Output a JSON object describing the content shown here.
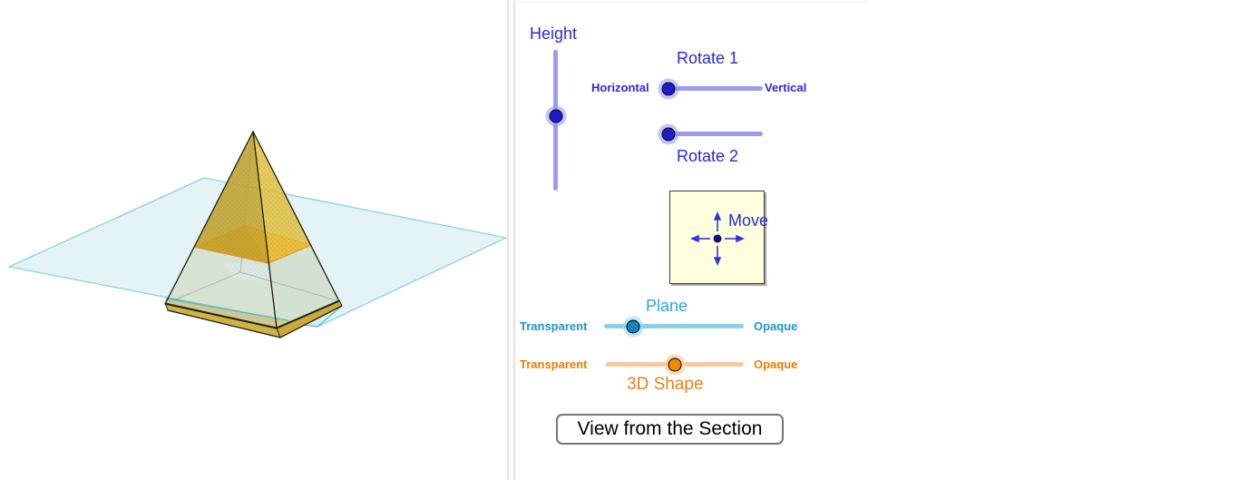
{
  "controls": {
    "height": {
      "label": "Height"
    },
    "rotate1": {
      "label": "Rotate 1",
      "left_label": "Horizontal",
      "right_label": "Vertical"
    },
    "rotate2": {
      "label": "Rotate 2"
    },
    "move": {
      "label": "Move"
    },
    "plane": {
      "label": "Plane",
      "left_label": "Transparent",
      "right_label": "Opaque"
    },
    "shape": {
      "label": "3D Shape",
      "left_label": "Transparent",
      "right_label": "Opaque"
    },
    "view_button": {
      "label": "View from the Section"
    }
  },
  "colors": {
    "label_blue": "#2a2ad8",
    "label_plane_title": "#2fa5dc",
    "label_plane_bold": "#1b96cc",
    "label_shape_title": "#e8821a",
    "label_shape_bold": "#e87d00",
    "pyramid_gold": "#e4c648",
    "pyramid_gold_dark": "#c5a836",
    "cross_section_orange": "#f79e03",
    "cross_section_orange_dark": "#da8a0b",
    "plane_cyan_fill": "#d5ecef",
    "plane_cyan_edge": "#50bac4"
  },
  "sliders": {
    "height": {
      "orientation": "vertical",
      "percent": 47,
      "track_color": "#9b9bf2",
      "knob_color": "#1d1dd0",
      "halo_color": "rgba(150,150,245,0.55)"
    },
    "rotate1": {
      "orientation": "horizontal",
      "percent": 2,
      "track_color": "#9b9bf2",
      "knob_color": "#1d1dd0",
      "halo_color": "rgba(150,150,245,0.55)"
    },
    "rotate2": {
      "orientation": "horizontal",
      "percent": 2,
      "track_color": "#9b9bf2",
      "knob_color": "#1d1dd0",
      "halo_color": "rgba(150,150,245,0.55)"
    },
    "plane": {
      "orientation": "horizontal",
      "percent": 21,
      "track_color": "#8ccfe8",
      "knob_color": "#1285c2",
      "halo_color": "rgba(150,215,240,0.6)"
    },
    "shape": {
      "orientation": "horizontal",
      "percent": 50,
      "track_color": "#f7c998",
      "knob_color": "#f08b00",
      "halo_color": "rgba(246,214,172,0.85)"
    }
  },
  "scene": {
    "description": "square pyramid cut by a horizontal plane; cross-section highlighted",
    "elements": [
      {
        "type": "polygon",
        "name": "pyramid-lower-left-face",
        "fill": "#d8d5a6",
        "points": [
          [
            214,
            272
          ],
          [
            182,
            335
          ],
          [
            305,
            362
          ],
          [
            296,
            290
          ]
        ]
      },
      {
        "type": "polygon",
        "name": "pyramid-lower-right-face",
        "fill": "#d2cf9e",
        "points": [
          [
            296,
            290
          ],
          [
            305,
            362
          ],
          [
            374,
            332
          ],
          [
            343,
            270
          ]
        ]
      },
      {
        "type": "polygon",
        "name": "hidden-surface-dotted-quad",
        "fill": "#eae6c8",
        "points": [
          [
            248,
            290
          ],
          [
            296,
            291
          ],
          [
            300,
            310
          ],
          [
            255,
            307
          ]
        ]
      },
      {
        "type": "polygon",
        "name": "hidden-surface-dots",
        "pattern": "dotsBlue",
        "fill": "#eae6c8",
        "points": [
          [
            248,
            290
          ],
          [
            296,
            291
          ],
          [
            300,
            310
          ],
          [
            255,
            307
          ]
        ]
      },
      {
        "type": "line",
        "name": "hidden-edge-apex-back",
        "stroke": "#5a5436",
        "stroke_width": 1,
        "opacity": 0.85,
        "points": [
          [
            279,
            145
          ],
          [
            265,
            300
          ]
        ]
      },
      {
        "type": "line",
        "name": "hidden-edge-left-back",
        "stroke": "#5a5436",
        "stroke_width": 1,
        "opacity": 0.85,
        "points": [
          [
            182,
            335
          ],
          [
            265,
            300
          ]
        ]
      },
      {
        "type": "line",
        "name": "hidden-edge-back-right",
        "stroke": "#5a5436",
        "stroke_width": 1,
        "opacity": 0.85,
        "points": [
          [
            265,
            300
          ],
          [
            374,
            332
          ]
        ]
      },
      {
        "type": "polygon",
        "name": "cutting-plane",
        "fill": "#d5ecef",
        "opacity": 0.62,
        "stroke": "#50bac4",
        "stroke_width": 1.4,
        "points": [
          [
            10,
            294
          ],
          [
            225,
            196
          ],
          [
            558,
            262
          ],
          [
            350,
            360
          ]
        ]
      },
      {
        "type": "polygon",
        "name": "cutting-plane-front-tip",
        "fill": "#d9edf0",
        "opacity": 0.95,
        "stroke": "#50bac4",
        "stroke_width": 1.2,
        "points": [
          [
            316,
            356
          ],
          [
            350,
            360
          ],
          [
            377,
            337
          ]
        ]
      },
      {
        "type": "polygon",
        "name": "pyramid-strip-in-front-of-plane",
        "fill": "#cfc793",
        "opacity": 0.95,
        "points": [
          [
            183,
            329
          ],
          [
            317,
            353
          ],
          [
            305,
            361
          ],
          [
            182,
            334
          ]
        ]
      },
      {
        "type": "line",
        "name": "plane-front-edge-across-pyramid",
        "stroke": "#50bac4",
        "stroke_width": 1.3,
        "points": [
          [
            183,
            329
          ],
          [
            317,
            353
          ]
        ]
      },
      {
        "type": "polygon",
        "name": "pyramid-base-slab-left",
        "fill": "#d0b244",
        "stroke": "#2b2b1c",
        "stroke_width": 1,
        "points": [
          [
            182,
            334
          ],
          [
            305,
            361
          ],
          [
            309,
            372
          ],
          [
            185,
            342
          ]
        ]
      },
      {
        "type": "polygon",
        "name": "pyramid-base-slab-right",
        "fill": "#c9a93a",
        "stroke": "#2b2b1c",
        "stroke_width": 1,
        "points": [
          [
            305,
            361
          ],
          [
            374,
            331
          ],
          [
            377,
            337
          ],
          [
            309,
            372
          ]
        ]
      },
      {
        "type": "polygon",
        "name": "cross-section",
        "fill": "#f79e03",
        "stroke": "#ee6b02",
        "stroke_width": 1,
        "points": [
          [
            214,
            272
          ],
          [
            270,
            249
          ],
          [
            343,
            270
          ],
          [
            296,
            290
          ]
        ]
      },
      {
        "type": "polygon",
        "name": "cross-section-left-shaded",
        "fill": "#da8a0b",
        "points": [
          [
            214,
            272
          ],
          [
            270,
            249
          ],
          [
            296,
            290
          ]
        ]
      },
      {
        "type": "polygon",
        "name": "pyramid-upper-back-left-face",
        "fill": "#af942d",
        "opacity": 0.5,
        "points": [
          [
            279,
            145
          ],
          [
            214,
            272
          ],
          [
            270,
            249
          ]
        ]
      },
      {
        "type": "polygon",
        "name": "pyramid-upper-back-right-face",
        "fill": "#c3a537",
        "opacity": 0.45,
        "points": [
          [
            279,
            145
          ],
          [
            270,
            249
          ],
          [
            343,
            270
          ]
        ]
      },
      {
        "type": "polygon",
        "name": "pyramid-upper-front-left-face",
        "fill": "#c5a836",
        "opacity": 0.82,
        "points": [
          [
            279,
            145
          ],
          [
            214,
            272
          ],
          [
            296,
            290
          ]
        ]
      },
      {
        "type": "polygon",
        "name": "pyramid-upper-front-right-face",
        "fill": "#e4c648",
        "opacity": 0.8,
        "points": [
          [
            279,
            145
          ],
          [
            296,
            290
          ],
          [
            343,
            270
          ]
        ]
      },
      {
        "type": "polygon",
        "name": "pyramid-upper-left-dots",
        "pattern": "dotsGold",
        "fill": "#c5a836",
        "opacity": 0.55,
        "points": [
          [
            279,
            145
          ],
          [
            214,
            272
          ],
          [
            296,
            290
          ]
        ]
      },
      {
        "type": "polygon",
        "name": "pyramid-upper-right-dots",
        "pattern": "dotsGold",
        "fill": "#e4c648",
        "opacity": 0.6,
        "points": [
          [
            279,
            145
          ],
          [
            296,
            290
          ],
          [
            343,
            270
          ]
        ]
      },
      {
        "type": "line",
        "name": "edge-apex-left",
        "stroke": "#1c1c12",
        "stroke_width": 1.3,
        "points": [
          [
            279,
            145
          ],
          [
            182,
            335
          ]
        ]
      },
      {
        "type": "line",
        "name": "edge-apex-right",
        "stroke": "#1c1c12",
        "stroke_width": 1.3,
        "points": [
          [
            279,
            145
          ],
          [
            374,
            332
          ]
        ]
      },
      {
        "type": "line",
        "name": "edge-apex-front",
        "stroke": "#1c1c12",
        "stroke_width": 1.3,
        "points": [
          [
            279,
            145
          ],
          [
            305,
            362
          ]
        ]
      },
      {
        "type": "line",
        "name": "edge-base-left",
        "stroke": "#1c1c12",
        "stroke_width": 1.2,
        "points": [
          [
            182,
            335
          ],
          [
            305,
            362
          ]
        ]
      },
      {
        "type": "line",
        "name": "edge-base-right",
        "stroke": "#1c1c12",
        "stroke_width": 1.2,
        "points": [
          [
            305,
            362
          ],
          [
            374,
            332
          ]
        ]
      },
      {
        "type": "line",
        "name": "slab-bottom-left-edge",
        "stroke": "#1c1c12",
        "stroke_width": 1.2,
        "points": [
          [
            185,
            342
          ],
          [
            309,
            372
          ]
        ]
      },
      {
        "type": "line",
        "name": "slab-bottom-right-edge",
        "stroke": "#1c1c12",
        "stroke_width": 1.2,
        "points": [
          [
            309,
            372
          ],
          [
            377,
            337
          ]
        ]
      }
    ]
  }
}
